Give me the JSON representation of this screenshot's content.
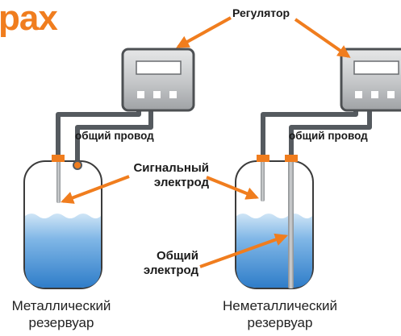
{
  "title_fragment": "рах",
  "labels": {
    "regulator": "Регулятор",
    "common_wire_left": "общий провод",
    "common_wire_right": "общий провод",
    "signal_electrode_line1": "Сигнальный",
    "signal_electrode_line2": "электрод",
    "common_electrode_line1": "Общий",
    "common_electrode_line2": "электрод",
    "tank_left_line1": "Металлический",
    "tank_left_line2": "резервуар",
    "tank_right_line1": "Неметаллический",
    "tank_right_line2": "резервуар"
  },
  "colors": {
    "accent": "#f07d1e",
    "cable": "#555a5f",
    "water": "#4a94d8",
    "text": "#1a1a1a"
  }
}
